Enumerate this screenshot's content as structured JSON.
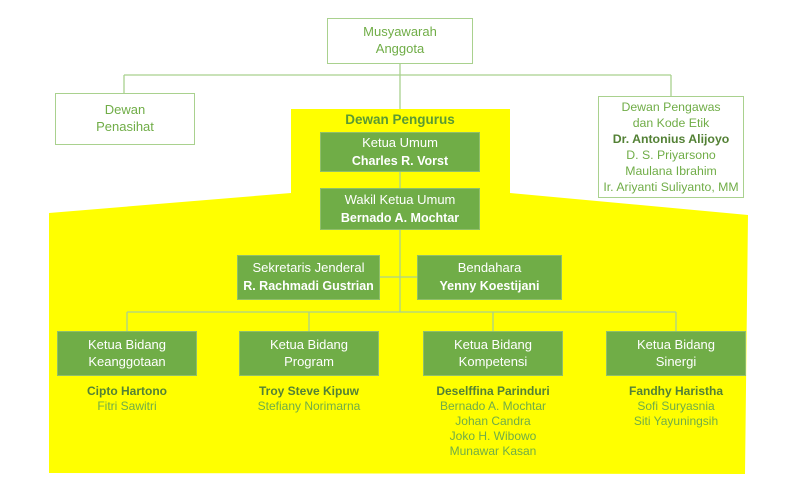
{
  "palette": {
    "highlight_yellow": "#FFFF00",
    "box_green": "#70AD47",
    "connector_green": "#A9D18E",
    "text_green": "#70AD47",
    "text_green_dark": "#538135",
    "box_text_white": "#FFFFFF"
  },
  "assembly": {
    "line1": "Musyawarah",
    "line2": "Anggota"
  },
  "advisory": {
    "line1": "Dewan",
    "line2": "Penasihat"
  },
  "supervisory": {
    "title1": "Dewan Pengawas",
    "title2": "dan Kode Etik",
    "lead": "Dr. Antonius Alijoyo",
    "members": [
      "D. S. Priyarsono",
      "Maulana Ibrahim",
      "Ir. Ariyanti Suliyanto, MM"
    ]
  },
  "board": {
    "title": "Dewan Pengurus",
    "chairman": {
      "role": "Ketua Umum",
      "name": "Charles R. Vorst"
    },
    "vice": {
      "role": "Wakil Ketua Umum",
      "name": "Bernado A. Mochtar"
    },
    "secretary": {
      "role": "Sekretaris Jenderal",
      "name": "R. Rachmadi Gustrian"
    },
    "treasurer": {
      "role": "Bendahara",
      "name": "Yenny Koestijani"
    },
    "divisions": [
      {
        "title1": "Ketua Bidang",
        "title2": "Keanggotaan",
        "head": "Cipto Hartono",
        "members": [
          "Fitri Sawitri"
        ]
      },
      {
        "title1": "Ketua Bidang",
        "title2": "Program",
        "head": "Troy Steve Kipuw",
        "members": [
          "Stefiany Norimarna"
        ]
      },
      {
        "title1": "Ketua Bidang",
        "title2": "Kompetensi",
        "head": "Deselffina Parinduri",
        "members": [
          "Bernado A. Mochtar",
          "Johan Candra",
          "Joko H. Wibowo",
          "Munawar Kasan"
        ]
      },
      {
        "title1": "Ketua Bidang",
        "title2": "Sinergi",
        "head": "Fandhy Haristha",
        "members": [
          "Sofi Suryasnia",
          "Siti Yayuningsih"
        ]
      }
    ]
  }
}
